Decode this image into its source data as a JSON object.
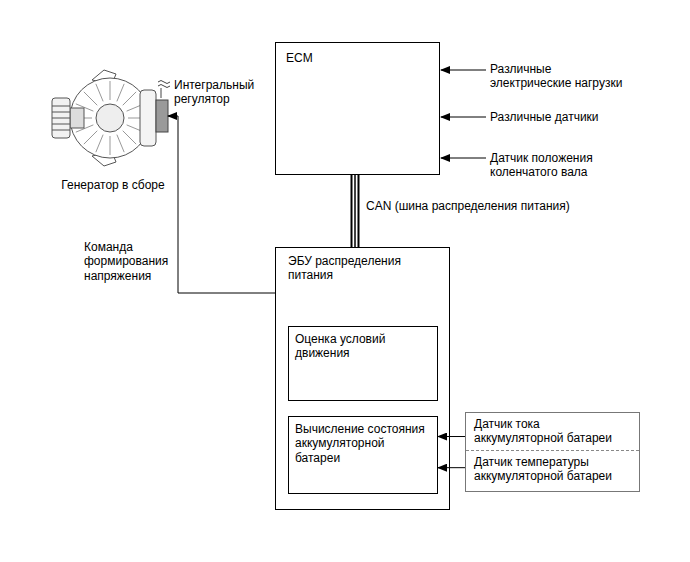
{
  "diagram": {
    "nodes": [
      {
        "text": [
          "Интегральный регулятор",
          "Генератор в сборе"
        ]
      },
      {
        "text": [
          "ECM"
        ]
      },
      {
        "text": [
          "ЭБУ распределения питания"
        ]
      },
      {
        "text": [
          "Оценка условий движения"
        ],
        "in": 2
      },
      {
        "text": [
          "Вычисление состояния аккумуляторной батареи"
        ],
        "in": 2
      },
      {
        "text": [
          "Датчик тока аккумуляторной батареи",
          "Датчик температуры аккумуляторной батареи"
        ]
      }
    ],
    "edges": [
      {
        "from": 1,
        "to": 2,
        "arrow": "none",
        "label": "CAN (шина распределения питания)"
      },
      {
        "from": 2,
        "to": 0,
        "arrow": "to",
        "label": "Команда формирования напряжения"
      },
      {
        "from": 5,
        "to": 4,
        "arrow": "to"
      },
      {
        "from": 5,
        "to": 4,
        "arrow": "to"
      }
    ],
    "labels": [
      "Различные электрические нагрузки",
      "Различные датчики",
      "Датчик положения коленчатого вала"
    ]
  }
}
